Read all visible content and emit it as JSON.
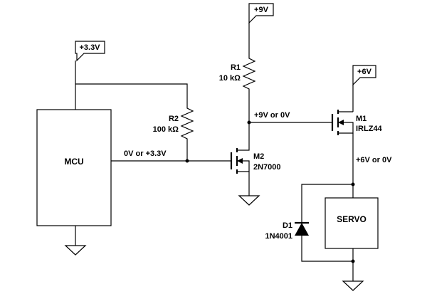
{
  "power_flags": {
    "v33": "+3.3V",
    "v9": "+9V",
    "v6": "+6V"
  },
  "components": {
    "mcu": {
      "label": "MCU"
    },
    "servo": {
      "label": "SERVO"
    },
    "r1": {
      "ref": "R1",
      "value": "10 kΩ"
    },
    "r2": {
      "ref": "R2",
      "value": "100 kΩ"
    },
    "m1": {
      "ref": "M1",
      "part": "IRLZ44"
    },
    "m2": {
      "ref": "M2",
      "part": "2N7000"
    },
    "d1": {
      "ref": "D1",
      "part": "1N4001"
    }
  },
  "nets": {
    "mcu_out": "0V or +3.3V",
    "drain_m2": "+9V or 0V",
    "servo_in": "+6V or 0V"
  }
}
